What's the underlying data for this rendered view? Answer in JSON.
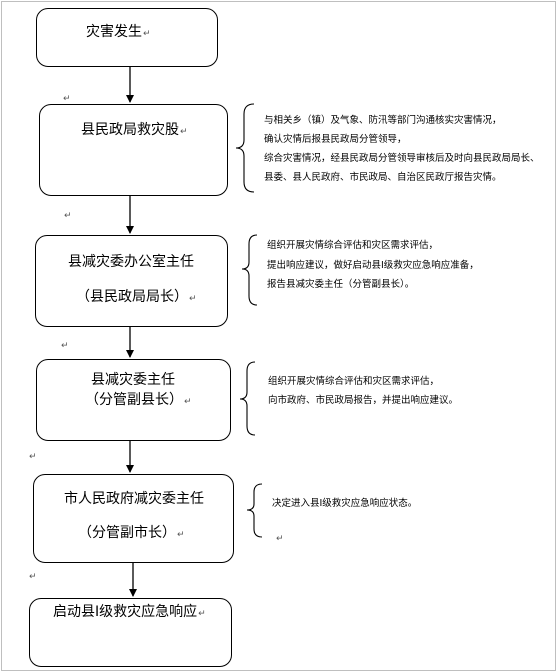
{
  "steps": [
    {
      "lines": [
        "灾害发生"
      ]
    },
    {
      "lines": [
        "县民政局救灾股"
      ]
    },
    {
      "lines": [
        "县减灾委办公室主任",
        "（县民政局局长）"
      ]
    },
    {
      "lines": [
        "县减灾委主任",
        "（分管副县长）"
      ]
    },
    {
      "lines": [
        "市人民政府减灾委主任",
        "（分管副市长）"
      ]
    },
    {
      "lines": [
        "启动县Ⅰ级救灾应急响应"
      ]
    }
  ],
  "notes": [
    {
      "lines": [
        "与相关乡（镇）及气象、防汛等部门沟通核实灾害情况，",
        "确认灾情后报县民政局分管领导，",
        "综合灾害情况，经县民政局分管领导审核后及时向县民政局局长、",
        "县委、县人民政府、市民政局、自治区民政厅报告灾情。"
      ]
    },
    {
      "lines": [
        "组织开展灾情综合评估和灾区需求评估，",
        "提出响应建议，做好启动县Ⅰ级救灾应急响应准备，",
        "报告县减灾委主任（分管副县长）。"
      ]
    },
    {
      "lines": [
        "组织开展灾情综合评估和灾区需求评估，",
        "向市政府、市民政局报告，并提出响应建议。"
      ]
    },
    {
      "lines": [
        "决定进入县Ⅰ级救灾应急响应状态。"
      ]
    }
  ],
  "paragraph_mark": "↵"
}
